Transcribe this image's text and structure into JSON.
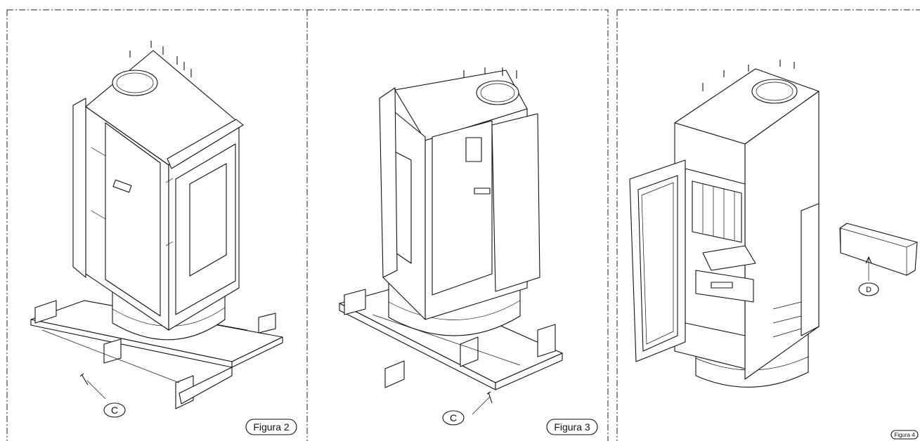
{
  "figures": [
    {
      "id": "figura-2",
      "caption": "Figura 2",
      "callout": "C"
    },
    {
      "id": "figura-3",
      "caption": "Figura 3",
      "callout": "C"
    },
    {
      "id": "figura-4",
      "caption": "Figura 4",
      "callout": "D"
    }
  ]
}
